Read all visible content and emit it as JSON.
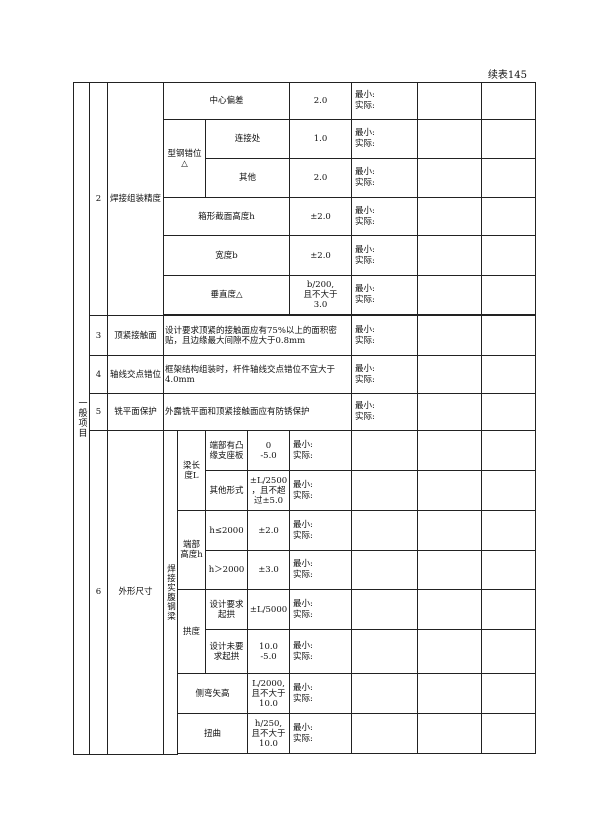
{
  "header": {
    "page_label": "续表145"
  },
  "section_label": "一般项目",
  "shared": {
    "min_label": "最小:",
    "actual_label": "实际:"
  },
  "groups": {
    "g2": {
      "no": "2",
      "name": "焊接组装精度"
    },
    "g3": {
      "no": "3",
      "name": "顶紧接触面",
      "req": "设计要求顶紧的接触面应有75%以上的面积密贴，且边缘最大间隙不应大于0.8mm"
    },
    "g4": {
      "no": "4",
      "name": "轴线交点错位",
      "req": "框架结构组装时，杆件轴线交点错位不宜大于4.0mm"
    },
    "g5": {
      "no": "5",
      "name": "铣平面保护",
      "req": "外露铣平面和顶紧接触面应有防锈保护"
    },
    "g6": {
      "no": "6",
      "name": "外形尺寸",
      "sub": "焊接实腹钢梁"
    }
  },
  "rows2": {
    "center": {
      "label": "中心偏差",
      "tol": "2.0"
    },
    "steel_offset": "型钢错位△",
    "conn": {
      "label": "连接处",
      "tol": "1.0"
    },
    "other": {
      "label": "其他",
      "tol": "2.0"
    },
    "box_h": {
      "label": "箱形截面高度h",
      "tol": "±2.0"
    },
    "width": {
      "label": "宽度b",
      "tol": "±2.0"
    },
    "vertical": {
      "label": "垂直度△",
      "tol_lines": [
        "b/200,",
        "且不大于",
        "3.0"
      ]
    }
  },
  "rows6": {
    "beam_len": "梁长度L",
    "end_plate": {
      "label": "端部有凸缘支座板",
      "tol_lines": [
        "0",
        "-5.0"
      ]
    },
    "len_other": {
      "label": "其他形式",
      "tol_lines": [
        "±L/2500",
        "，且不超",
        "过±5.0"
      ]
    },
    "end_h": "端部高度h",
    "h_le": {
      "label": "h≤2000",
      "tol": "±2.0"
    },
    "h_gt": {
      "label": "h＞2000",
      "tol": "±3.0"
    },
    "camber": "拱度",
    "camber_req": {
      "label": "设计要求起拱",
      "tol": "±L/5000"
    },
    "camber_noreq": {
      "label": "设计未要求起拱",
      "tol_lines": [
        "10.0",
        "-5.0"
      ]
    },
    "side_bend": {
      "label": "侧弯矢高",
      "tol_lines": [
        "L/2000,",
        "且不大于",
        "10.0"
      ]
    },
    "twist": {
      "label": "扭曲",
      "tol_lines": [
        "h/250,",
        "且不大于",
        "10.0"
      ]
    }
  }
}
